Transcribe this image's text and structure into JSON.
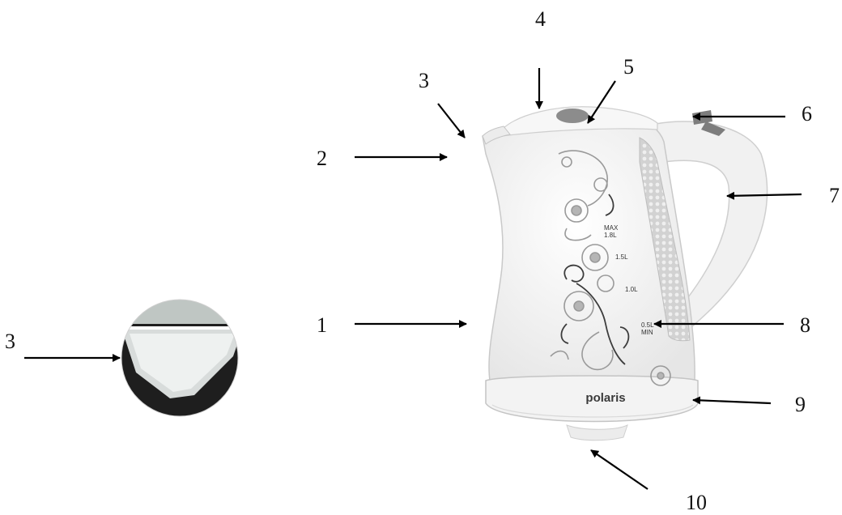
{
  "callouts": [
    "1",
    "2",
    "3",
    "4",
    "5",
    "6",
    "7",
    "8",
    "9",
    "10",
    "3"
  ],
  "kettle": {
    "brand": "polaris",
    "max_mark": "MAX",
    "max_volume": "1.8L",
    "mark_15": "1.5L",
    "mark_10": "1.0L",
    "min_volume": "0.5L",
    "min_mark": "MIN"
  },
  "colors": {
    "body": "#f4f4f4",
    "outline": "#c9c9c9",
    "floral": "#9a9a9a",
    "floral_dark": "#3c3c3c",
    "button": "#8c8c8c",
    "arrow": "#000000"
  }
}
